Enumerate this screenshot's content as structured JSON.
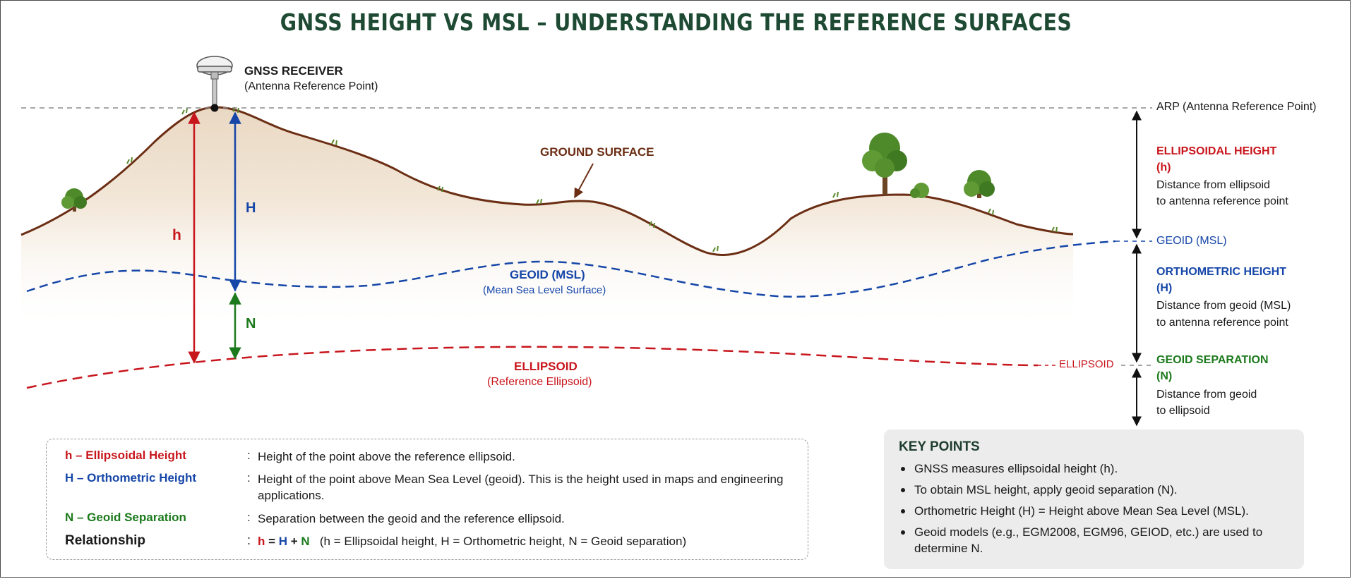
{
  "title": "GNSS HEIGHT VS MSL – UNDERSTANDING THE REFERENCE SURFACES",
  "receiver": {
    "label": "GNSS RECEIVER",
    "sublabel": "(Antenna Reference Point)"
  },
  "diagram": {
    "ground_surface_label": "GROUND SURFACE",
    "geoid_label": "GEOID (MSL)",
    "geoid_sublabel": "(Mean Sea Level Surface)",
    "ellipsoid_label": "ELLIPSOID",
    "ellipsoid_sublabel": "(Reference Ellipsoid)",
    "h_symbol": "h",
    "H_symbol": "H",
    "N_symbol": "N"
  },
  "right_scale": {
    "arp_label": "ARP (Antenna Reference Point)",
    "geoid_label": "GEOID (MSL)",
    "ellipsoid_label": "ELLIPSOID",
    "ellipsoidal": {
      "title": "ELLIPSOIDAL HEIGHT",
      "symbol": "(h)",
      "desc1": "Distance from ellipsoid",
      "desc2": "to antenna reference point"
    },
    "orthometric": {
      "title": "ORTHOMETRIC HEIGHT",
      "symbol": "(H)",
      "desc1": "Distance from geoid (MSL)",
      "desc2": "to antenna reference point"
    },
    "separation": {
      "title": "GEOID SEPARATION",
      "symbol": "(N)",
      "desc1": "Distance from geoid",
      "desc2": "to ellipsoid"
    }
  },
  "legend": {
    "h_term": "h – Ellipsoidal Height",
    "h_desc": "Height of the point above the reference ellipsoid.",
    "H_term": "H – Orthometric Height",
    "H_desc": "Height of the point above Mean Sea Level (geoid). This is the height used in maps and engineering applications.",
    "N_term": "N – Geoid Separation",
    "N_desc": "Separation between the geoid and the reference ellipsoid.",
    "rel_term": "Relationship",
    "sep": ":",
    "formula_h": "h",
    "formula_eq": " = ",
    "formula_H": "H",
    "formula_plus": " + ",
    "formula_N": "N",
    "formula_note": "(h = Ellipsoidal height, H = Orthometric height, N = Geoid separation)"
  },
  "key_points": {
    "title": "KEY POINTS",
    "items": [
      "GNSS measures ellipsoidal height (h).",
      "To obtain MSL height, apply geoid separation (N).",
      "Orthometric Height (H) = Height above Mean Sea Level (MSL).",
      "Geoid models (e.g., EGM2008, EGM96, GEIOD, etc.) are used to determine N."
    ]
  },
  "colors": {
    "title": "#1e4a34",
    "ellipsoid": "#c8161d",
    "geoid": "#1546a8",
    "separation": "#1c7a1c",
    "ground": "#6b2e14"
  }
}
